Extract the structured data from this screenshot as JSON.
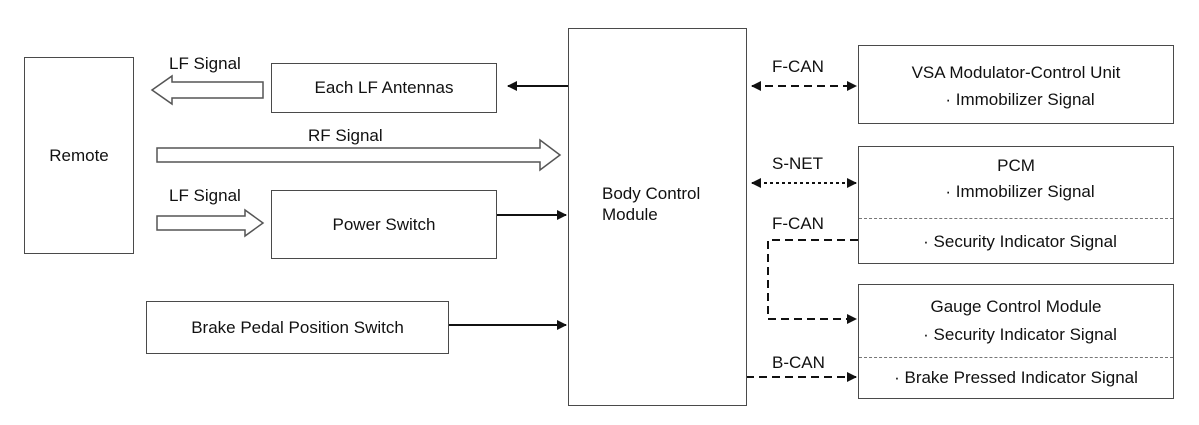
{
  "blocks": {
    "remote": "Remote",
    "lf_antennas": "Each LF Antennas",
    "power_switch": "Power Switch",
    "brake_switch": "Brake Pedal Position Switch",
    "bcm": "Body Control\nModule",
    "vsa": {
      "title": "VSA Modulator-Control Unit",
      "signal": "· Immobilizer Signal"
    },
    "pcm": {
      "title": "PCM",
      "signal1": "· Immobilizer Signal",
      "signal2": "· Security Indicator Signal"
    },
    "gauge": {
      "title": "Gauge Control Module",
      "signal1": "· Security Indicator Signal",
      "signal2": "· Brake Pressed Indicator Signal"
    }
  },
  "signals": {
    "lf_top": "LF Signal",
    "rf": "RF Signal",
    "lf_bottom": "LF Signal"
  },
  "buses": {
    "fcan_top": "F-CAN",
    "snet": "S-NET",
    "fcan_mid": "F-CAN",
    "bcan": "B-CAN"
  },
  "colors": {
    "line": "#111111",
    "border": "#4a4a4a"
  }
}
